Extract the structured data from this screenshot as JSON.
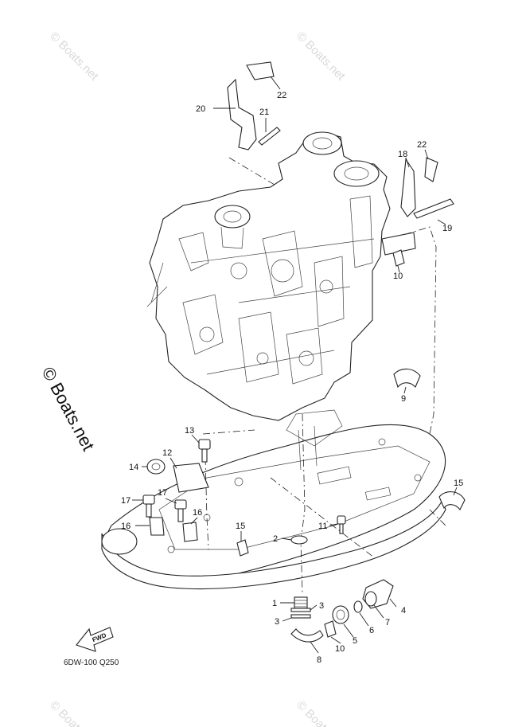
{
  "diagram": {
    "watermarks": {
      "corner": "© Boats.net",
      "side": "© Boats.net"
    },
    "part_code": "6DW-100 Q250",
    "fwd_label": "FWD",
    "callouts": [
      {
        "id": "c22a",
        "label": "22"
      },
      {
        "id": "c20",
        "label": "20"
      },
      {
        "id": "c21",
        "label": "21"
      },
      {
        "id": "c18",
        "label": "18"
      },
      {
        "id": "c22b",
        "label": "22"
      },
      {
        "id": "c19",
        "label": "19"
      },
      {
        "id": "c10a",
        "label": "10"
      },
      {
        "id": "c9",
        "label": "9"
      },
      {
        "id": "c13",
        "label": "13"
      },
      {
        "id": "c12",
        "label": "12"
      },
      {
        "id": "c14",
        "label": "14"
      },
      {
        "id": "c17a",
        "label": "17"
      },
      {
        "id": "c17b",
        "label": "17"
      },
      {
        "id": "c16a",
        "label": "16"
      },
      {
        "id": "c16b",
        "label": "16"
      },
      {
        "id": "c15a",
        "label": "15"
      },
      {
        "id": "c15b",
        "label": "15"
      },
      {
        "id": "c11",
        "label": "11"
      },
      {
        "id": "c2",
        "label": "2"
      },
      {
        "id": "c1",
        "label": "1"
      },
      {
        "id": "c3a",
        "label": "3"
      },
      {
        "id": "c3b",
        "label": "3"
      },
      {
        "id": "c4",
        "label": "4"
      },
      {
        "id": "c7",
        "label": "7"
      },
      {
        "id": "c6",
        "label": "6"
      },
      {
        "id": "c5",
        "label": "5"
      },
      {
        "id": "c10b",
        "label": "10"
      },
      {
        "id": "c8",
        "label": "8"
      }
    ]
  }
}
